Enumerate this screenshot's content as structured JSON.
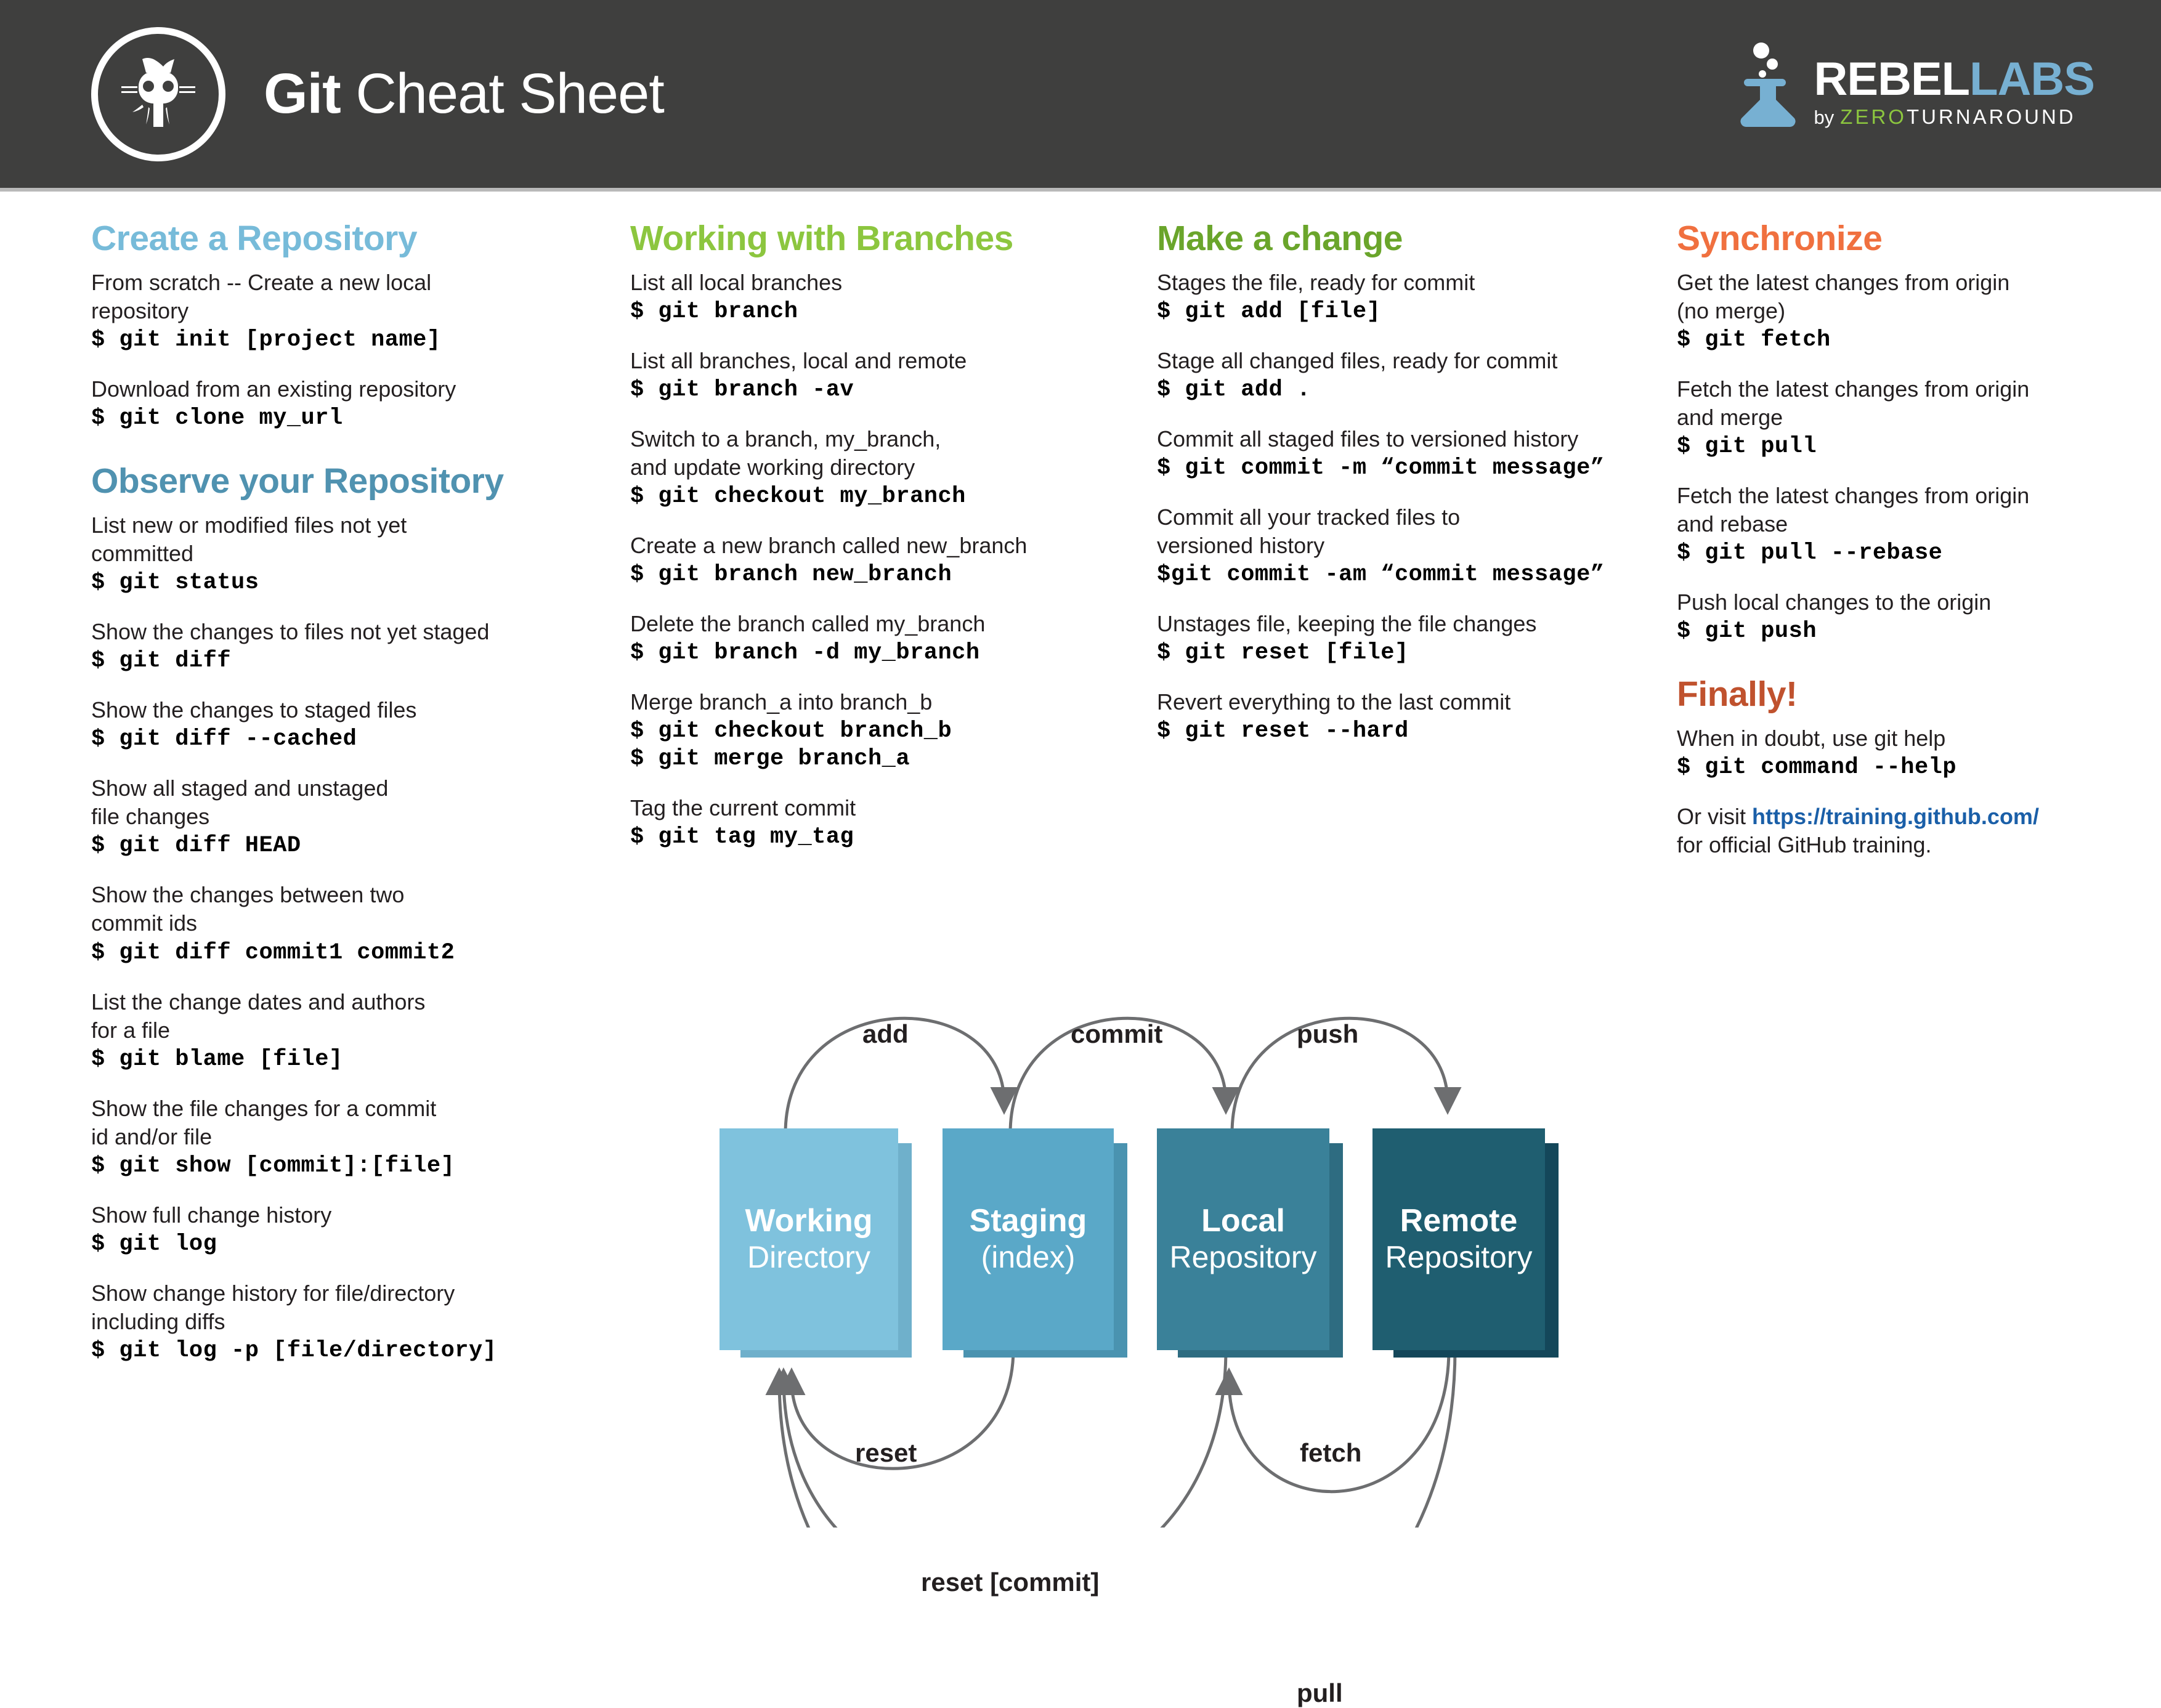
{
  "header": {
    "title_strong": "Git",
    "title_light": "Cheat Sheet",
    "logo_icon": "github-octocat-icon",
    "rebel": {
      "word1": "REBEL",
      "word2": "LABS",
      "by": "by",
      "zero": "ZERO",
      "turnaround": "TURNAROUND",
      "flask_icon": "flask-icon"
    }
  },
  "colors": {
    "header_bg": "#3f3f3e",
    "blue_light": "#77bbd9",
    "blue_dark": "#5092b0",
    "green_light": "#8cc63f",
    "green_dark": "#6aa52b",
    "orange": "#f0703f",
    "brick": "#c0522e",
    "link": "#1a5fa8",
    "node_working": "#7fc2dd",
    "node_staging": "#5aa8c8",
    "node_local": "#3a8199",
    "node_remote": "#1f5e70",
    "arrow": "#6d6e70"
  },
  "columns": [
    {
      "sections": [
        {
          "heading": "Create a Repository",
          "color": "blue-light",
          "items": [
            {
              "desc": "From scratch -- Create a new local\nrepository",
              "cmd": "$ git init [project name]"
            },
            {
              "desc": "Download from an existing repository",
              "cmd": "$ git clone my_url"
            }
          ]
        },
        {
          "heading": "Observe your Repository",
          "color": "blue-dark",
          "items": [
            {
              "desc": "List new or modified files not yet\ncommitted",
              "cmd": "$ git status"
            },
            {
              "desc": "Show the changes to files not yet staged",
              "cmd": "$ git diff"
            },
            {
              "desc": "Show the changes to staged files",
              "cmd": "$ git diff --cached"
            },
            {
              "desc": "Show all staged and unstaged\nfile changes",
              "cmd": "$ git diff HEAD"
            },
            {
              "desc": "Show the changes between two\ncommit ids",
              "cmd": "$ git diff commit1 commit2"
            },
            {
              "desc": "List the change dates and authors\nfor a file",
              "cmd": "$ git blame [file]"
            },
            {
              "desc": "Show the file changes for a commit\nid and/or file",
              "cmd": "$ git show [commit]:[file]"
            },
            {
              "desc": "Show full change history",
              "cmd": "$ git log"
            },
            {
              "desc": "Show change history for file/directory\nincluding diffs",
              "cmd": "$ git log -p [file/directory]"
            }
          ]
        }
      ]
    },
    {
      "sections": [
        {
          "heading": "Working with Branches",
          "color": "green-light",
          "items": [
            {
              "desc": "List all local branches",
              "cmd": "$ git branch"
            },
            {
              "desc": "List all branches, local and remote",
              "cmd": "$ git branch -av"
            },
            {
              "desc": "Switch to a branch, my_branch,\nand update working directory",
              "cmd": "$ git checkout my_branch"
            },
            {
              "desc": "Create a new branch called new_branch",
              "cmd": "$ git branch new_branch"
            },
            {
              "desc": "Delete the branch called my_branch",
              "cmd": "$ git branch -d my_branch"
            },
            {
              "desc": "Merge branch_a into branch_b",
              "cmd": "$ git checkout branch_b",
              "cmd2": "$ git merge branch_a"
            },
            {
              "desc": "Tag the current commit",
              "cmd": "$ git tag my_tag"
            }
          ]
        }
      ]
    },
    {
      "sections": [
        {
          "heading": "Make a change",
          "color": "green-dark",
          "items": [
            {
              "desc": "Stages the file, ready for commit",
              "cmd": "$ git add [file]"
            },
            {
              "desc": "Stage all changed files, ready for commit",
              "cmd": "$ git add ."
            },
            {
              "desc": "Commit all staged files to versioned history",
              "cmd": "$ git commit -m “commit message”"
            },
            {
              "desc": "Commit all your tracked files to\nversioned history",
              "cmd": "$git commit -am “commit message”"
            },
            {
              "desc": "Unstages file, keeping the file changes",
              "cmd": "$ git reset [file]"
            },
            {
              "desc": "Revert everything to the last commit",
              "cmd": "$ git reset --hard"
            }
          ]
        }
      ]
    },
    {
      "sections": [
        {
          "heading": "Synchronize",
          "color": "orange",
          "items": [
            {
              "desc": "Get the latest changes from origin\n(no merge)",
              "cmd": "$ git fetch"
            },
            {
              "desc": "Fetch the latest changes from origin\nand merge",
              "cmd": "$ git pull"
            },
            {
              "desc": "Fetch the latest changes from origin\nand rebase",
              "cmd": "$ git pull --rebase"
            },
            {
              "desc": "Push local changes to the origin",
              "cmd": "$ git push"
            }
          ]
        },
        {
          "heading": "Finally!",
          "color": "brick",
          "items": [
            {
              "desc": "When in doubt, use git help",
              "cmd": "$ git command --help"
            }
          ],
          "footer_pre": "Or visit ",
          "footer_link": "https://training.github.com/",
          "footer_post": "for official GitHub training."
        }
      ]
    }
  ],
  "diagram": {
    "nodes": [
      {
        "name": "working-directory",
        "line1": "Working",
        "line2": "Directory"
      },
      {
        "name": "staging-index",
        "line1": "Staging",
        "line2": "(index)"
      },
      {
        "name": "local-repository",
        "line1": "Local",
        "line2": "Repository"
      },
      {
        "name": "remote-repository",
        "line1": "Remote",
        "line2": "Repository"
      }
    ],
    "arrows": [
      {
        "name": "add",
        "label": "add"
      },
      {
        "name": "commit",
        "label": "commit"
      },
      {
        "name": "push",
        "label": "push"
      },
      {
        "name": "reset",
        "label": "reset"
      },
      {
        "name": "reset-commit",
        "label": "reset [commit]"
      },
      {
        "name": "fetch",
        "label": "fetch"
      },
      {
        "name": "pull",
        "label": "pull"
      }
    ]
  }
}
